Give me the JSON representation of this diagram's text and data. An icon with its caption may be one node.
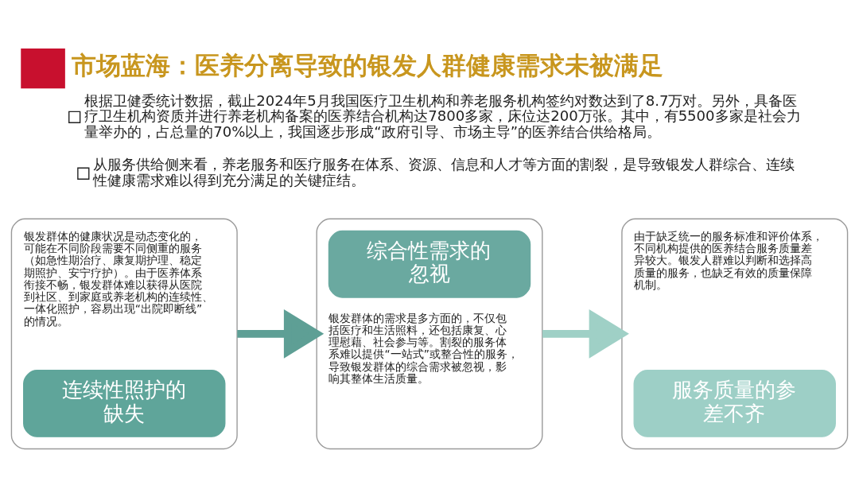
{
  "diagram": {
    "title": "市场蓝海：医养分离导致的银发人群健康需求未被满足",
    "nodes": [
      {
        "text": [
          "银发群体的健康状况是动态变化的，可能在不同阶段需要不同侧重的服务（如急性期治疗、康复期护理、稳定期照护、安宁疗护）。由于医养体系衔接不畅，银发群体难以获得从医院到社区、到家庭或养老机构的连续性、一体化照护，容易出现“出院即断线”的情况。",
          "连续性照护的缺失"
        ]
      },
      {
        "text": [
          "综合性需求的忽视",
          "银发群体的需求是多方面的，不仅包括医疗和生活照料，还包括康复、心理慰藉、社会参与等。割裂的服务体系难以提供“一站式”或整合性的服务，导致银发群体的综合需求被忽视，影响其整体生活质量。"
        ]
      },
      {
        "text": [
          "由于缺乏统一的服务标准和评价体系，不同机构提供的医养结合服务质量差异较大。银发人群难以判断和选择高质量的服务，也缺乏有效的质量保障机制。",
          "服务质量的参差不齐"
        ]
      }
    ],
    "edges": [
      {
        "from": 0,
        "to": 1,
        "arrow": "to",
        "color": "#5e9f95"
      },
      {
        "from": 1,
        "to": 2,
        "arrow": "to",
        "color": "#9fd0c6"
      }
    ],
    "labels": [
      "根据卫健委统计数据，截止2024年5月我国医疗卫生机构和养老服务机构签约对数达到了8.7万对。另外，具备医疗卫生机构资质并进行养老机构备案的医养结合机构达7800多家，床位达200万张。其中，有5500多家是社会力量举办的，占总量的70%以上，我国逐步形成“政府引导、市场主导”的医养结合供给格局。",
      "从服务供给侧来看，养老服务和医疗服务在体系、资源、信息和人才等方面的割裂，是导致银发人群综合、连续性健康需求难以得到充分满足的关键症结。"
    ]
  }
}
